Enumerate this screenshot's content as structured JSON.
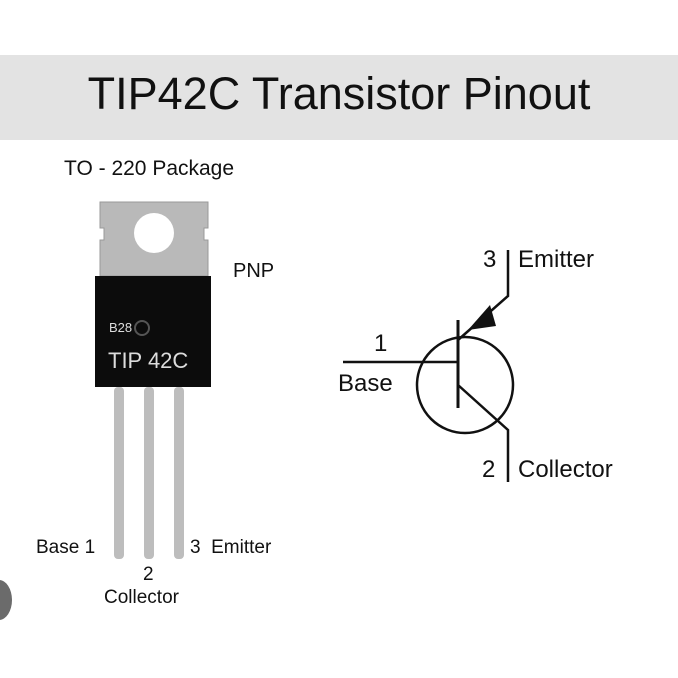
{
  "title": "TIP42C Transistor Pinout",
  "package_label": "TO - 220 Package",
  "type_label": "PNP",
  "chip": {
    "marking": "TIP 42C",
    "code": "B28"
  },
  "package_pins": {
    "base": "Base 1",
    "collector_num": "2",
    "collector": "Collector",
    "emitter": "3  Emitter"
  },
  "symbol_pins": {
    "emitter_num": "3",
    "emitter": "Emitter",
    "base_num": "1",
    "base": "Base",
    "collector_num": "2",
    "collector": "Collector"
  }
}
